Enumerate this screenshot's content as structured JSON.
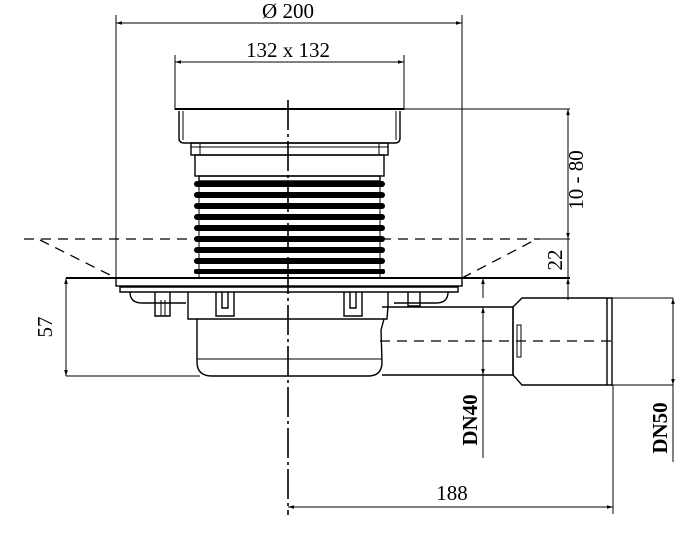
{
  "drawing": {
    "title": "Floor drain technical drawing (side view)",
    "dimensions": {
      "flange_diameter": "Ø 200",
      "grate_size": "132 x 132",
      "height_adjust_range": "10 - 80",
      "flange_height": "22",
      "body_height": "57",
      "outlet_inner": "DN40",
      "outlet_outer": "DN50",
      "outlet_length": "188"
    },
    "colors": {
      "line": "#000000",
      "background": "#ffffff"
    }
  }
}
